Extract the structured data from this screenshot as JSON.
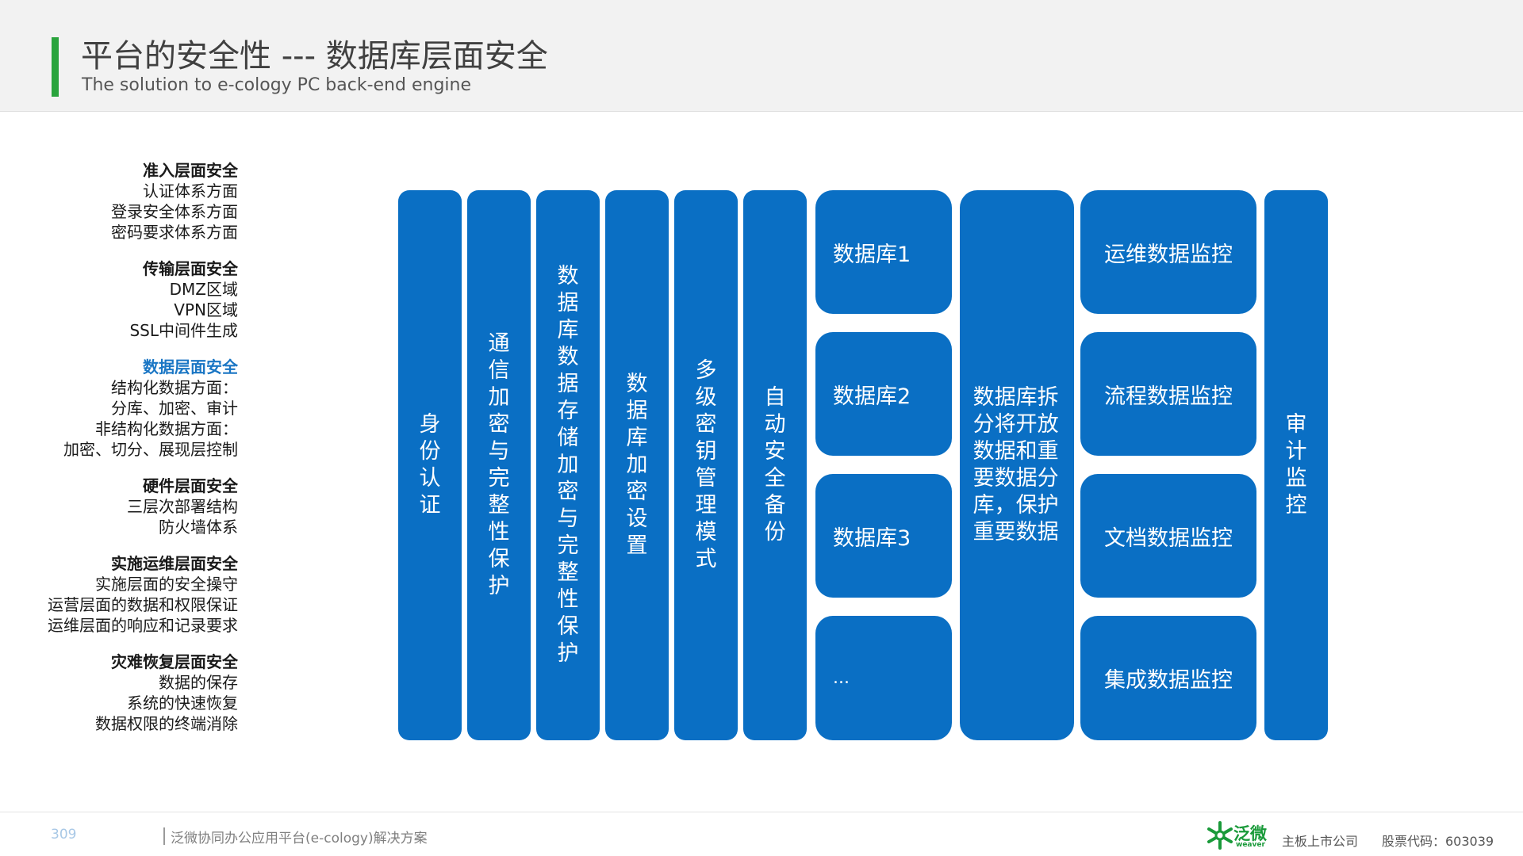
{
  "header": {
    "title": "平台的安全性  --- 数据库层面安全",
    "subtitle": "The solution to e-cology PC back-end engine"
  },
  "legend": {
    "sections": [
      {
        "heading": "准入层面安全",
        "lines": [
          "认证体系方面",
          "登录安全体系方面",
          "密码要求体系方面"
        ]
      },
      {
        "heading": "传输层面安全",
        "lines": [
          "DMZ区域",
          "VPN区域",
          "SSL中间件生成"
        ]
      },
      {
        "heading": "数据层面安全",
        "lines": [
          "结构化数据方面：",
          "分库、加密、审计",
          "非结构化数据方面：",
          "加密、切分、展现层控制"
        ]
      },
      {
        "heading": "硬件层面安全",
        "lines": [
          "三层次部署结构",
          "防火墙体系"
        ]
      },
      {
        "heading": "实施运维层面安全",
        "lines": [
          "实施层面的安全操守",
          "运营层面的数据和权限保证",
          "运维层面的响应和记录要求"
        ]
      },
      {
        "heading": "灾难恢复层面安全",
        "lines": [
          "数据的保存",
          "系统的快速恢复",
          "数据权限的终端消除"
        ]
      }
    ]
  },
  "diagram": {
    "columns": [
      "身份认证",
      "通信加密与完整性保护",
      "数据库数据存储加密与完整性保护",
      "数据库加密设置",
      "多级密钥管理模式",
      "自动安全备份"
    ],
    "databases": [
      "数据库1",
      "数据库2",
      "数据库3",
      "..."
    ],
    "split": "数据库拆分将开放数据和重要数据分库，保护重要数据",
    "monitors": [
      "运维数据监控",
      "流程数据监控",
      "文档数据监控",
      "集成数据监控"
    ],
    "audit": "审计监控"
  },
  "footer": {
    "page_number": "309",
    "doc_title": "泛微协同办公应用平台(e-cology)解决方案",
    "logo_cn": "泛微",
    "logo_en": "weaver",
    "listed": "主板上市公司",
    "stock_code": "股票代码：603039"
  },
  "colors": {
    "block_blue": "#0a6fc4",
    "accent_green": "#2aa43d",
    "highlight_blue": "#1a76c4"
  }
}
